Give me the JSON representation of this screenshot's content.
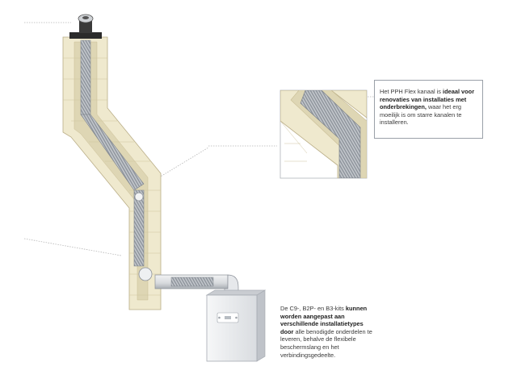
{
  "callouts": {
    "top": {
      "t1": "Het PPH Flex kanaal is ",
      "b1": "ideaal voor renovaties van installaties met onderbrekingen,",
      "t2": " waar het erg moeilijk is om starre kanalen te installeren."
    },
    "bottom": {
      "t1": "De C9-, B2P- en B3-kits ",
      "b1": "kunnen worden aangepast aan verschillende installatietypes door",
      "t2": " alle benodigde onderdelen te leveren, behalve de flexibele beschermslang en het verbindingsgedeelte."
    }
  },
  "colors": {
    "wall": "#efe9ce",
    "wall_edge": "#b9ad86",
    "wall_shade": "#ded6b4",
    "pipe": "#c9ccd0",
    "pipe_dark": "#8b9098",
    "pipe_light": "#f4f5f6",
    "boiler": "#e7e9ec",
    "boiler_edge": "#a6abb2",
    "leader": "#b5b5b5"
  }
}
